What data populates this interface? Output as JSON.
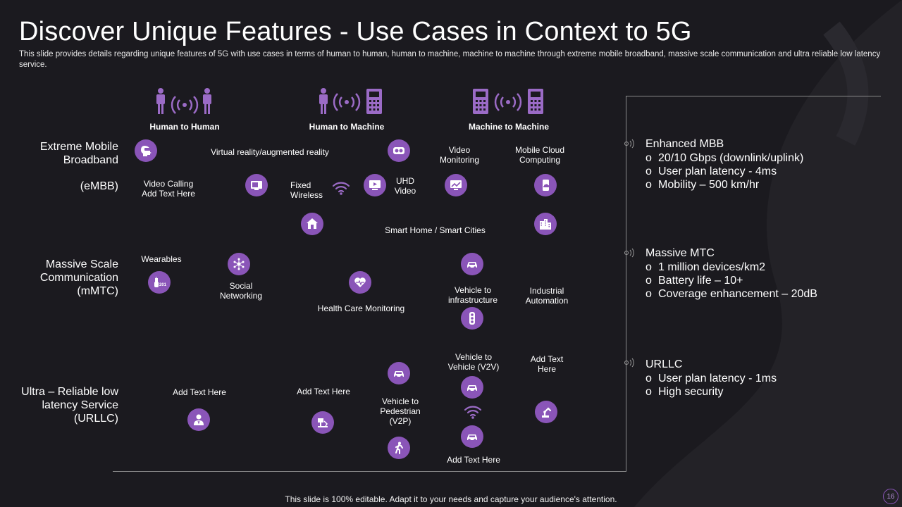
{
  "slide": {
    "title": "Discover Unique Features - Use Cases in Context to 5G",
    "subtitle": "This slide provides details regarding unique features of 5G with use cases in terms of human to human, human to machine, machine to machine through extreme mobile broadband, massive scale communication and ultra reliable low latency service.",
    "footer": "This slide is 100% editable. Adapt it to your needs and capture your audience's attention.",
    "page_number": "16",
    "accent_color": "#8a55b8"
  },
  "columns": {
    "h2h": "Human to Human",
    "h2m": "Human to Machine",
    "m2m": "Machine to Machine"
  },
  "rows": {
    "embb_line1": "Extreme Mobile",
    "embb_line2": "Broadband",
    "embb_abbr": "(eMBB)",
    "mmtc_line1": "Massive Scale",
    "mmtc_line2": "Communication",
    "mmtc_line3": "(mMTC)",
    "urllc_line1": "Ultra – Reliable low",
    "urllc_line2": "latency Service",
    "urllc_line3": "(URLLC)"
  },
  "labels": {
    "vr": "Virtual reality/augmented reality",
    "video_monitoring_1": "Video",
    "video_monitoring_2": "Monitoring",
    "cloud_1": "Mobile Cloud",
    "cloud_2": "Computing",
    "video_calling_1": "Video Calling",
    "video_calling_2": "Add Text Here",
    "fixed_1": "Fixed",
    "fixed_2": "Wireless",
    "uhd_1": "UHD",
    "uhd_2": "Video",
    "smart_home": "Smart Home / Smart Cities",
    "wearables": "Wearables",
    "social_1": "Social",
    "social_2": "Networking",
    "health": "Health Care Monitoring",
    "v2i_1": "Vehicle to",
    "v2i_2": "infrastructure",
    "industrial_1": "Industrial",
    "industrial_2": "Automation",
    "urllc_add1": "Add Text Here",
    "urllc_add2": "Add Text Here",
    "v2p_1": "Vehicle to",
    "v2p_2": "Pedestrian",
    "v2p_3": "(V2P)",
    "v2v_1": "Vehicle to",
    "v2v_2": "Vehicle (V2V)",
    "urllc_add3_1": "Add Text",
    "urllc_add3_2": "Here",
    "urllc_add4": "Add Text Here"
  },
  "features": {
    "embb": {
      "title": "Enhanced MBB",
      "items": [
        "20/10 Gbps (downlink/uplink)",
        "User plan latency - 4ms",
        "Mobility – 500 km/hr"
      ]
    },
    "mmtc": {
      "title": "Massive MTC",
      "items": [
        "1 million devices/km2",
        "Battery life – 10+",
        "Coverage enhancement  – 20dB"
      ]
    },
    "urllc": {
      "title": "URLLC",
      "items": [
        "User plan latency - 1ms",
        "High security"
      ]
    }
  },
  "icons": {
    "wearable_badge": "201"
  }
}
